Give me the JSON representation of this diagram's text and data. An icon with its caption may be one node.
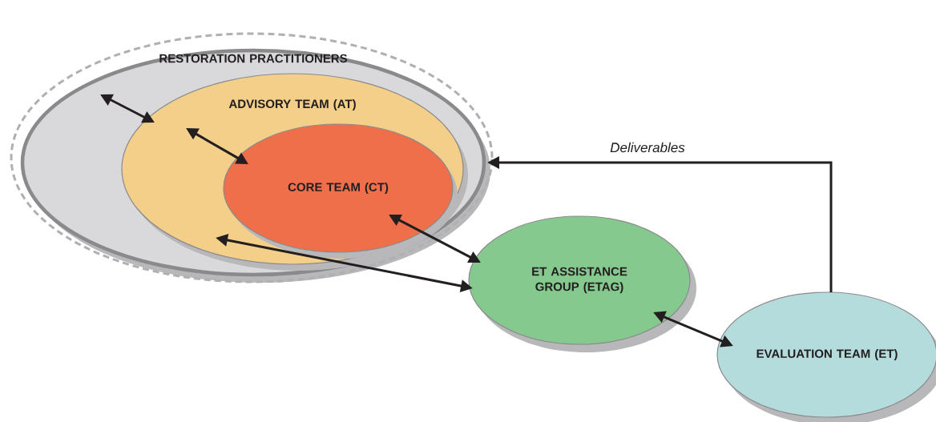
{
  "diagram": {
    "nodes": [
      {
        "text": [
          "RESTORATION PRACTITIONERS"
        ]
      },
      {
        "text": [
          "ADVISORY TEAM (AT)"
        ],
        "in": 0
      },
      {
        "text": [
          "CORE TEAM (CT)"
        ],
        "in": 1
      },
      {
        "text": [
          "ET ASSISTANCE GROUP (ETAG)"
        ]
      },
      {
        "text": [
          "EVALUATION TEAM (ET)"
        ]
      }
    ],
    "edges": [
      {
        "from": 0,
        "to": 1,
        "arrow": "both"
      },
      {
        "from": 1,
        "to": 2,
        "arrow": "both"
      },
      {
        "from": 2,
        "to": 3,
        "arrow": "both"
      },
      {
        "from": 1,
        "to": 3,
        "arrow": "both"
      },
      {
        "from": 3,
        "to": 4,
        "arrow": "both"
      },
      {
        "from": 4,
        "to": 0,
        "arrow": "to",
        "label": "Deliverables"
      }
    ]
  }
}
